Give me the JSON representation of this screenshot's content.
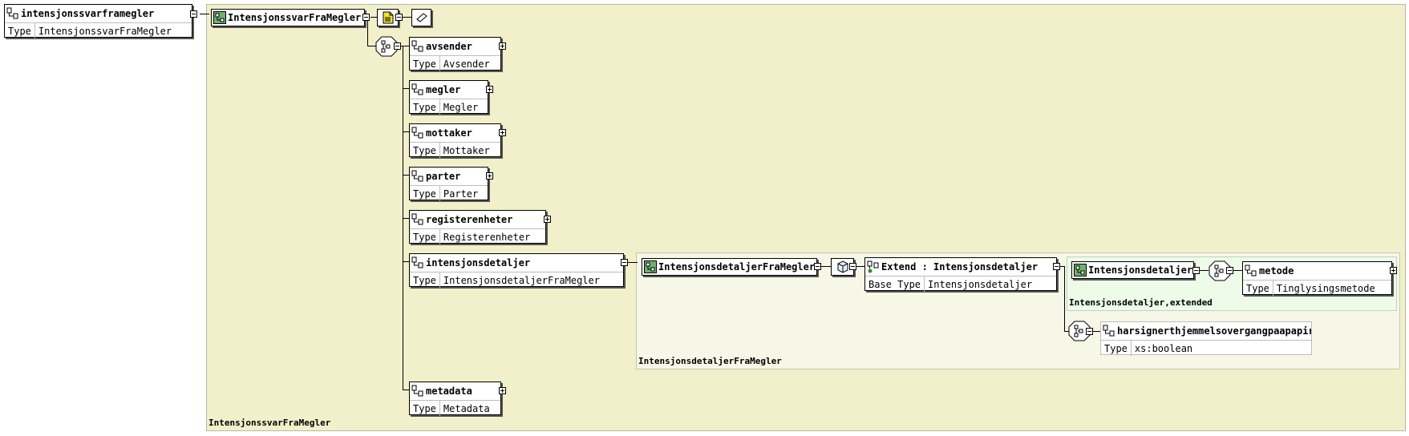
{
  "root_element": {
    "name": "intensjonssvarframegler",
    "type_key": "Type",
    "type_value": "IntensjonssvarFraMegler"
  },
  "outer_type": {
    "name": "IntensjonssvarFraMegler",
    "region_label": "IntensjonssvarFraMegler"
  },
  "children": [
    {
      "name": "avsender",
      "type_key": "Type",
      "type_value": "Avsender"
    },
    {
      "name": "megler",
      "type_key": "Type",
      "type_value": "Megler"
    },
    {
      "name": "mottaker",
      "type_key": "Type",
      "type_value": "Mottaker"
    },
    {
      "name": "parter",
      "type_key": "Type",
      "type_value": "Parter"
    },
    {
      "name": "registerenheter",
      "type_key": "Type",
      "type_value": "Registerenheter"
    },
    {
      "name": "intensjonsdetaljer",
      "type_key": "Type",
      "type_value": "IntensjonsdetaljerFraMegler"
    },
    {
      "name": "metadata",
      "type_key": "Type",
      "type_value": "Metadata"
    }
  ],
  "detail_type": {
    "name": "IntensjonsdetaljerFraMegler",
    "region_label": "IntensjonsdetaljerFraMegler"
  },
  "extend": {
    "name": "Extend : Intensjonsdetaljer",
    "base_key": "Base Type",
    "base_value": "Intensjonsdetaljer"
  },
  "base_type": {
    "name": "Intensjonsdetaljer",
    "region_label": "Intensjonsdetaljer,extended"
  },
  "metode": {
    "name": "metode",
    "type_key": "Type",
    "type_value": "Tinglysingsmetode"
  },
  "harsigner": {
    "name": "harsignerthjemmelsovergangpaapapir",
    "type_key": "Type",
    "type_value": "xs:boolean"
  }
}
